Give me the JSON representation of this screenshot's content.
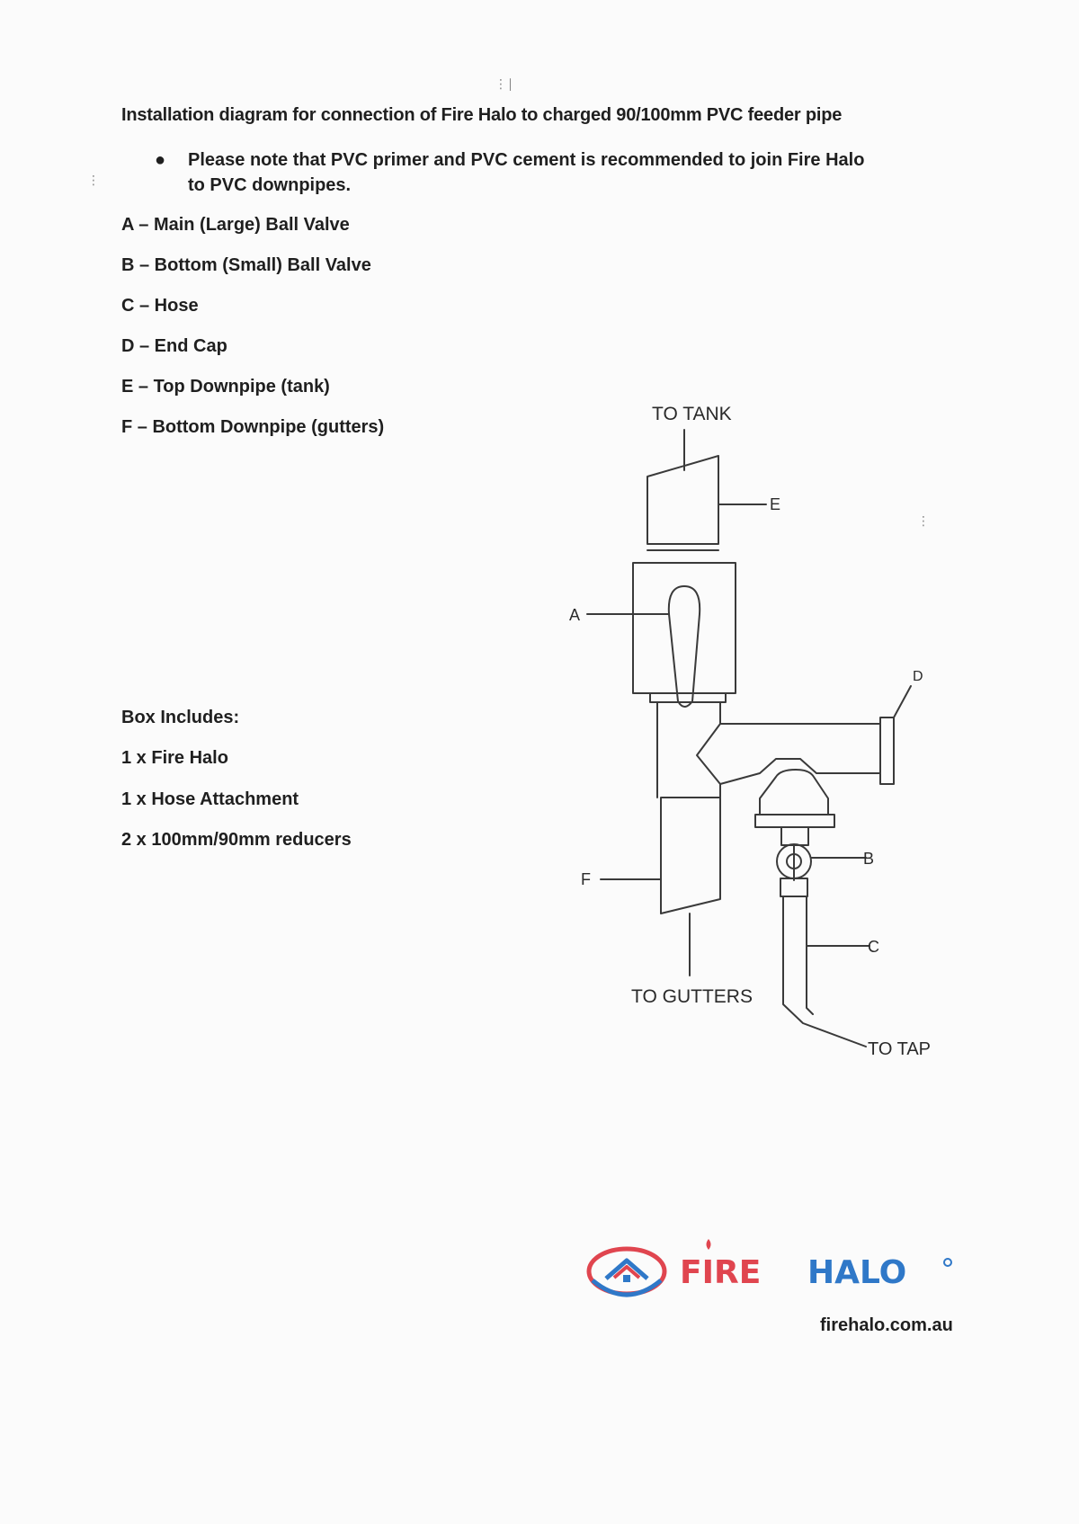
{
  "heading": "Installation diagram for connection of Fire Halo to charged 90/100mm PVC feeder pipe",
  "note": "Please note that PVC primer and PVC cement is recommended to join Fire Halo to PVC downpipes.",
  "legend": [
    "A – Main (Large) Ball Valve",
    "B – Bottom (Small) Ball Valve",
    "C – Hose",
    "D – End Cap",
    "E – Top Downpipe (tank)",
    "F – Bottom Downpipe (gutters)"
  ],
  "box": {
    "title": "Box Includes:",
    "items": [
      "1 x Fire Halo",
      "1 x Hose Attachment",
      "2 x 100mm/90mm reducers"
    ]
  },
  "diagram": {
    "to_tank": "TO TANK",
    "to_gutters": "TO GUTTERS",
    "to_tap": "TO TAP",
    "label_a": "A",
    "label_b": "B",
    "label_c": "C",
    "label_d": "D",
    "label_e": "E",
    "label_f": "F"
  },
  "logo": {
    "fire": "FIRE",
    "halo": "HALO",
    "fire_color": "#e0454f",
    "halo_color": "#2f78c8"
  },
  "website": "firehalo.com.au"
}
